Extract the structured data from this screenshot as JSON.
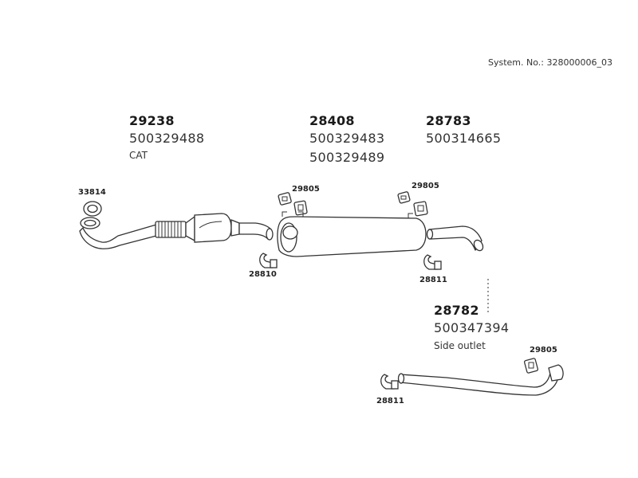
{
  "system_number": "System. No.: 328000006_03",
  "groups": {
    "front_pipe": {
      "part_no": "29238",
      "oem_1": "500329488",
      "note": "CAT"
    },
    "middle_silencer": {
      "part_no": "28408",
      "oem_1": "500329483",
      "oem_2": "500329489"
    },
    "rear_pipe": {
      "part_no": "28783",
      "oem_1": "500314665"
    },
    "side_outlet_pipe": {
      "part_no": "28782",
      "oem_1": "500347394",
      "note": "Side outlet"
    }
  },
  "callouts": {
    "gasket_front": "33814",
    "clamp_front": "28810",
    "hanger_middle": "29805",
    "hanger_rear": "29805",
    "clamp_rear": "28811",
    "hanger_side": "29805",
    "clamp_side": "28811"
  }
}
